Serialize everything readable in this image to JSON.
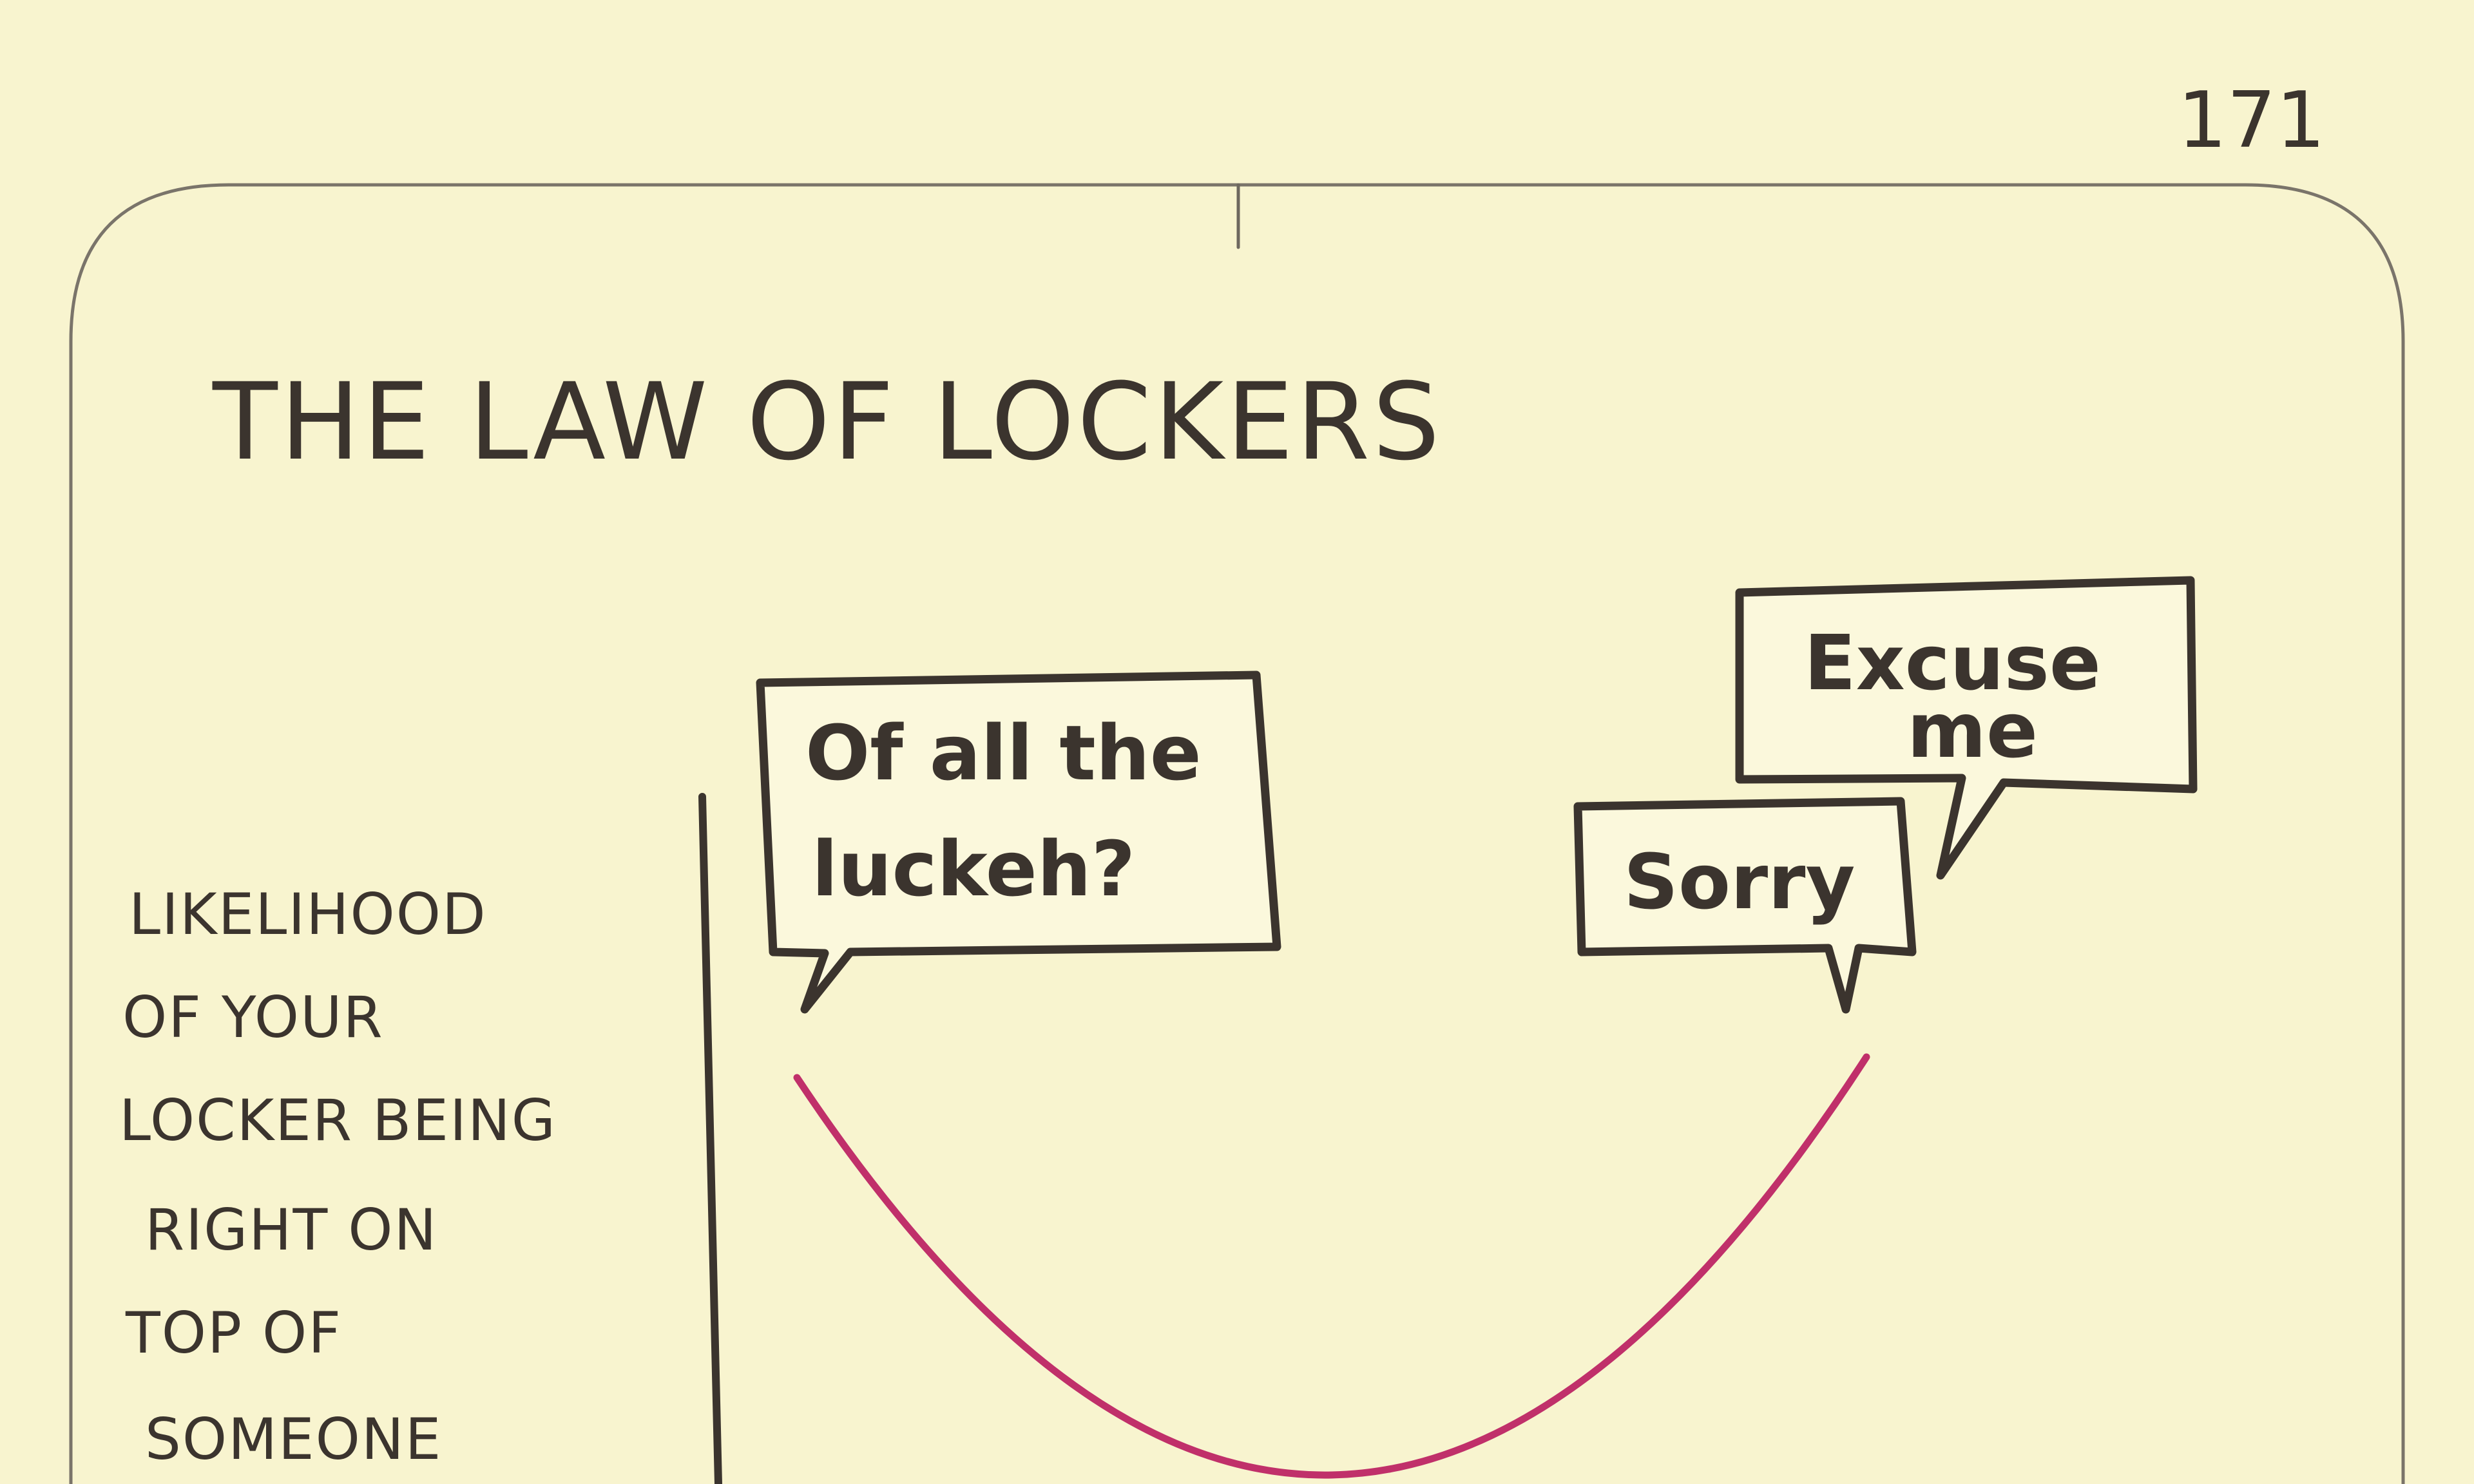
{
  "page_number": "171",
  "chart_data": {
    "type": "line",
    "title": "THE LAW OF LOCKERS",
    "ylabel_lines": [
      "LIKELIHOOD",
      "OF YOUR",
      "LOCKER BEING",
      "RIGHT ON",
      "TOP OF",
      "SOMEONE"
    ],
    "xlabel": "",
    "curve_shape": "U",
    "line_color": "#c0306a",
    "ink_color": "#3b342e",
    "paper_color": "#f8f4cf",
    "annotations": [
      {
        "lines": [
          "Of all the",
          "luckeh?"
        ]
      },
      {
        "lines": [
          "Excuse",
          "me"
        ]
      },
      {
        "lines": [
          "Sorry"
        ]
      }
    ]
  }
}
